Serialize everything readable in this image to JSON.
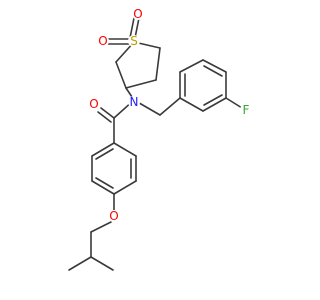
{
  "molecule": {
    "atoms": {
      "sulfur": "S",
      "sulfone_oxygen_left": "O",
      "sulfone_oxygen_top": "O",
      "amide_nitrogen": "N",
      "carbonyl_oxygen": "O",
      "ether_oxygen": "O",
      "fluorine": "F"
    },
    "colors": {
      "bond": "#3a3a3a",
      "S": "#b8a000",
      "O": "#ff0000",
      "N": "#2020ff",
      "F": "#33aa33"
    }
  }
}
